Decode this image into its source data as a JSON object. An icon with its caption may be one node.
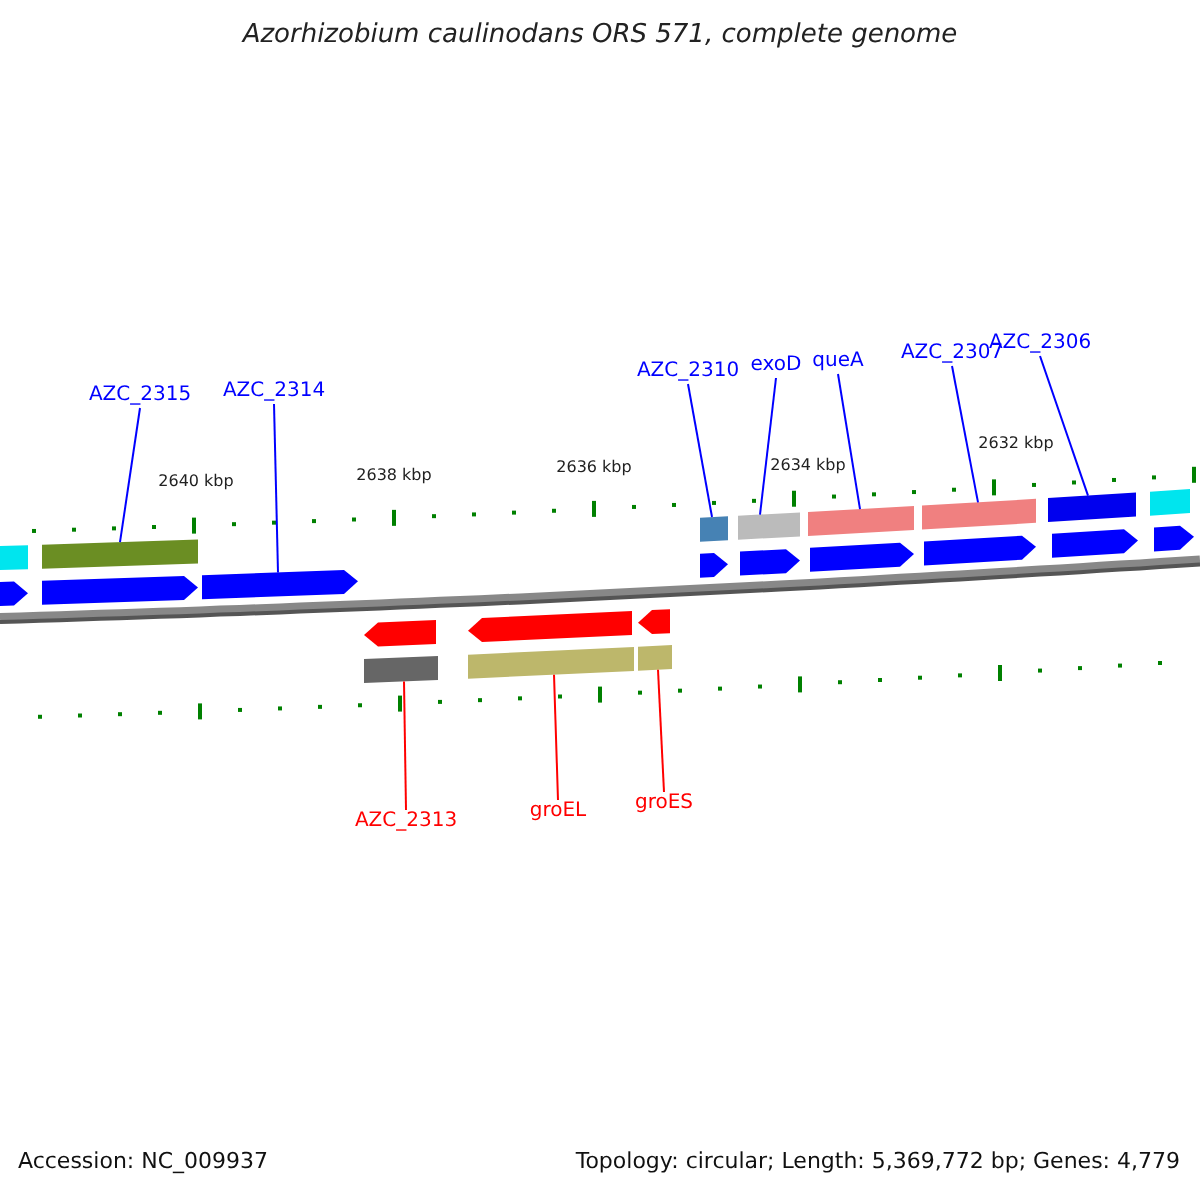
{
  "diagram": {
    "title": "Azorhizobium caulinodans ORS 571, complete genome",
    "nodes": [
      {
        "text": [
          "AZC_2315"
        ]
      },
      {
        "text": [
          "AZC_2314"
        ]
      },
      {
        "text": [
          "AZC_2310"
        ]
      },
      {
        "text": [
          "exoD"
        ]
      },
      {
        "text": [
          "queA"
        ]
      },
      {
        "text": [
          "AZC_2307"
        ]
      },
      {
        "text": [
          "AZC_2306"
        ]
      },
      {
        "text": [
          "AZC_2313"
        ]
      },
      {
        "text": [
          "groEL"
        ]
      },
      {
        "text": [
          "groES"
        ]
      },
      {
        "text": [],
        "shape": "pentagon"
      },
      {
        "text": [],
        "shape": "pentagon"
      },
      {
        "text": [],
        "shape": "pentagon"
      },
      {
        "text": [],
        "shape": "pentagon"
      },
      {
        "text": [],
        "shape": "pentagon"
      },
      {
        "text": [],
        "shape": "pentagon"
      },
      {
        "text": [],
        "shape": "pentagon"
      },
      {
        "text": [],
        "shape": "pentagon"
      },
      {
        "text": [],
        "shape": "pentagon"
      },
      {
        "text": [],
        "shape": "bar"
      },
      {
        "text": [],
        "shape": "bar"
      },
      {
        "text": [],
        "shape": "bar"
      },
      {
        "text": [],
        "shape": "bar"
      },
      {
        "text": [],
        "shape": "bar"
      },
      {
        "text": [],
        "shape": "bar"
      },
      {
        "text": [],
        "shape": "bar"
      },
      {
        "text": [],
        "shape": "bar"
      },
      {
        "text": [],
        "shape": "pentagon"
      },
      {
        "text": [],
        "shape": "pentagon"
      },
      {
        "text": [],
        "shape": "pentagon"
      },
      {
        "text": [],
        "shape": "bar"
      },
      {
        "text": [],
        "shape": "bar"
      },
      {
        "text": [],
        "shape": "bar"
      }
    ],
    "edges": [
      {
        "from": 0,
        "to": 20,
        "arrow": "none"
      },
      {
        "from": 1,
        "to": 12,
        "arrow": "none"
      },
      {
        "from": 2,
        "to": 21,
        "arrow": "none"
      },
      {
        "from": 3,
        "to": 22,
        "arrow": "none"
      },
      {
        "from": 4,
        "to": 23,
        "arrow": "none"
      },
      {
        "from": 5,
        "to": 24,
        "arrow": "none"
      },
      {
        "from": 6,
        "to": 25,
        "arrow": "none"
      },
      {
        "from": 7,
        "to": 30,
        "arrow": "none",
        "color": "#ff0000"
      },
      {
        "from": 8,
        "to": 31,
        "arrow": "none",
        "color": "#ff0000"
      },
      {
        "from": 9,
        "to": 32,
        "arrow": "none",
        "color": "#ff0000"
      }
    ],
    "labels": [
      "2640 kbp",
      "2638 kbp",
      "2636 kbp",
      "2634 kbp",
      "2632 kbp",
      "Accession: NC_009937",
      "Topology: circular; Length: 5,369,772 bp; Genes: 4,779"
    ]
  }
}
